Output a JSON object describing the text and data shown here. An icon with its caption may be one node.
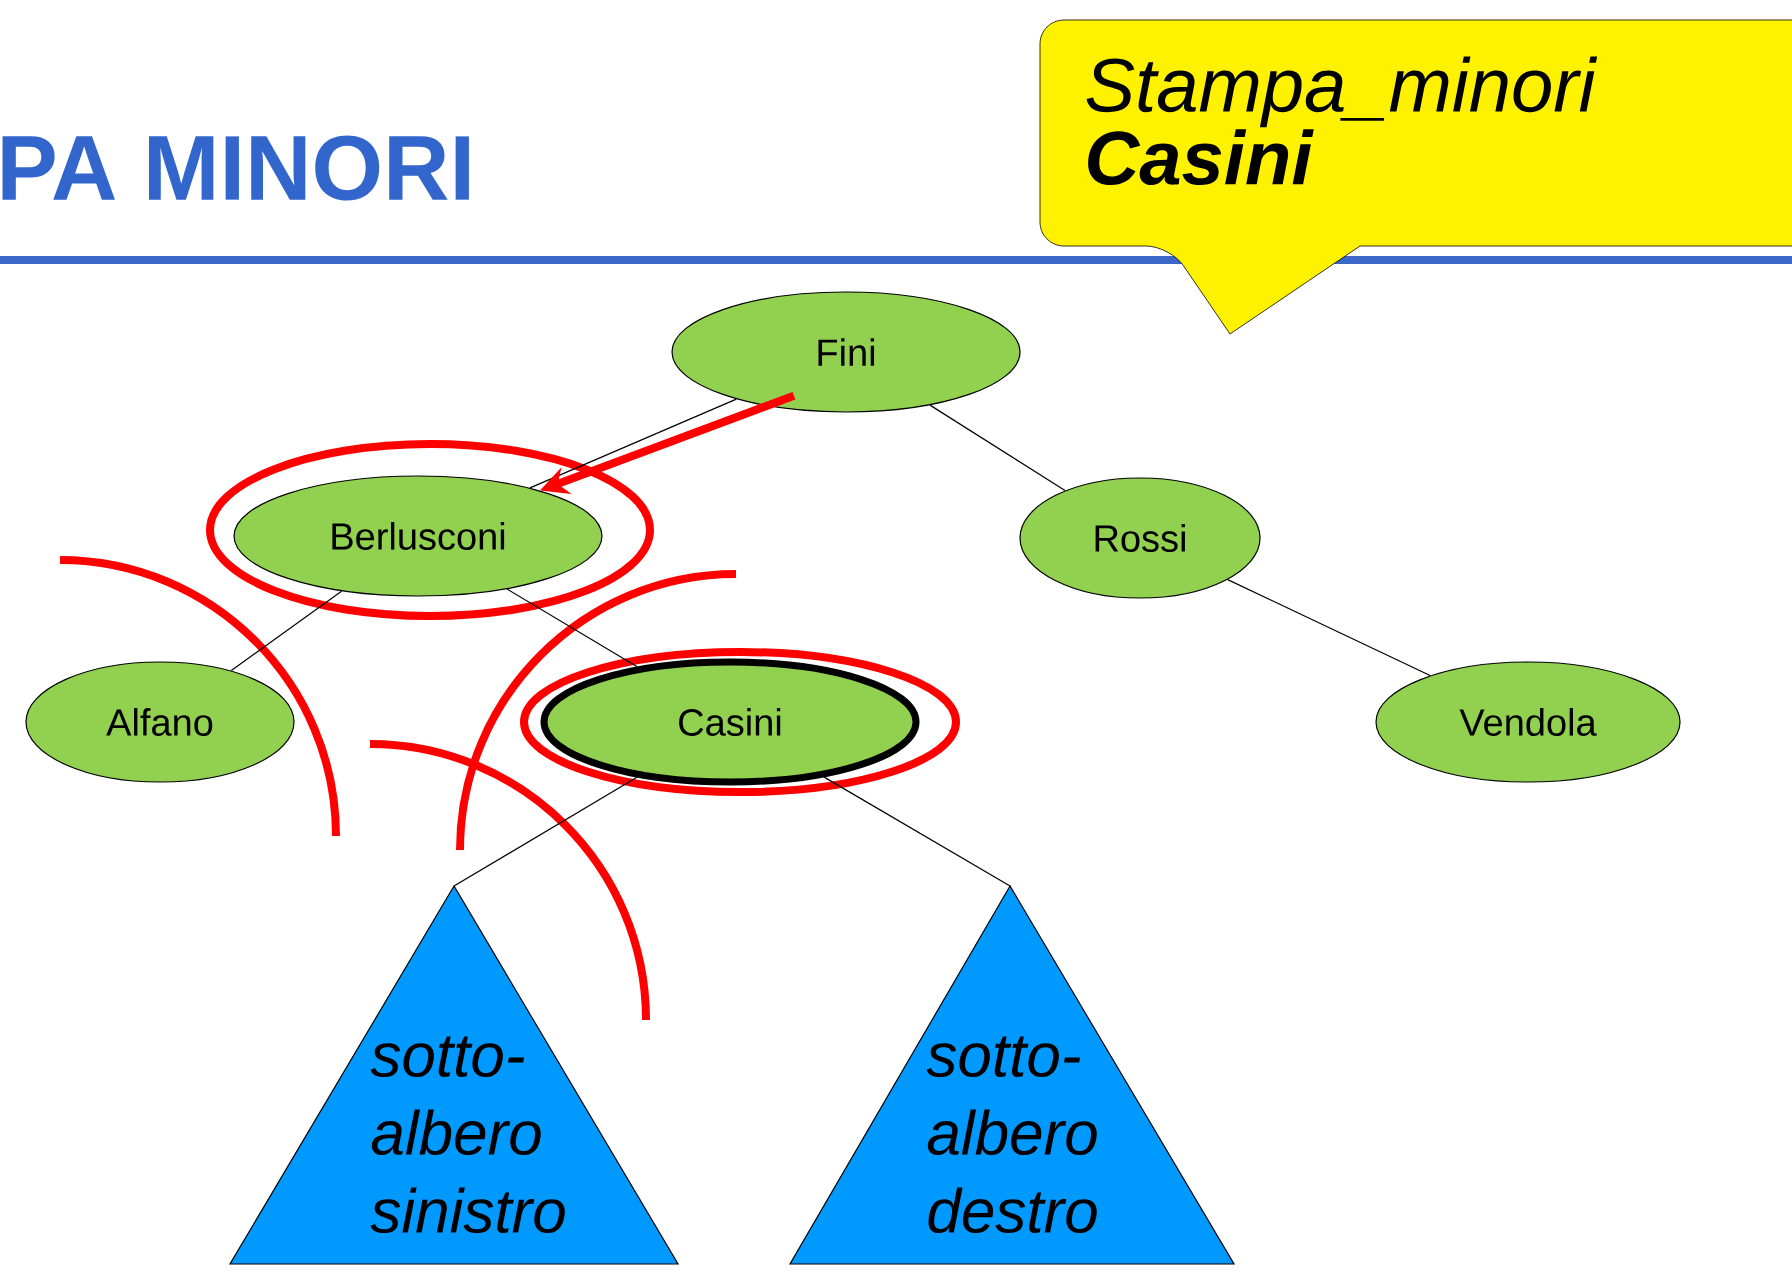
{
  "diagram": {
    "title": "PA MINORI",
    "nodes": [
      {
        "text": [
          "Stampa_minori",
          "Casini"
        ]
      },
      {
        "text": [
          "Fini"
        ]
      },
      {
        "text": [
          "Berlusconi"
        ]
      },
      {
        "text": [
          "Rossi"
        ]
      },
      {
        "text": [
          "Alfano"
        ]
      },
      {
        "text": [
          "Casini"
        ]
      },
      {
        "text": [
          "Vendola"
        ]
      },
      {
        "text": [
          "sotto- albero sinistro"
        ]
      },
      {
        "text": [
          "sotto- albero destro"
        ]
      }
    ],
    "edges": [
      {
        "from": 1,
        "to": 2,
        "arrow": "none"
      },
      {
        "from": 1,
        "to": 3,
        "arrow": "none"
      },
      {
        "from": 2,
        "to": 4,
        "arrow": "none"
      },
      {
        "from": 2,
        "to": 5,
        "arrow": "none"
      },
      {
        "from": 3,
        "to": 6,
        "arrow": "none"
      },
      {
        "from": 5,
        "to": 7,
        "arrow": "none"
      },
      {
        "from": 5,
        "to": 8,
        "arrow": "none"
      },
      {
        "from": 1,
        "to": 2,
        "arrow": "to",
        "style": "thick",
        "color": "#ff0000"
      }
    ]
  }
}
